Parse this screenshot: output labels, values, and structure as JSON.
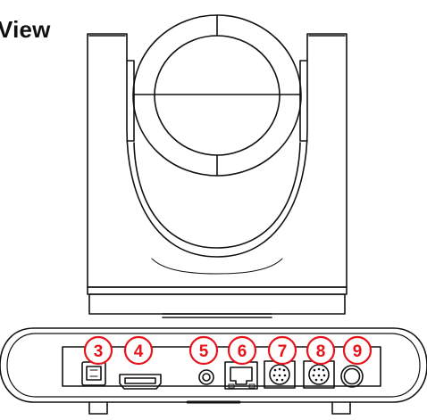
{
  "view_title": "View",
  "colors": {
    "line": "#111111",
    "badge": "#e8141b",
    "background": "#ffffff"
  },
  "ports": [
    {
      "number": "3",
      "icon": "usb-b-port-icon"
    },
    {
      "number": "4",
      "icon": "hdmi-port-icon"
    },
    {
      "number": "5",
      "icon": "audio-jack-icon"
    },
    {
      "number": "6",
      "icon": "rj45-port-icon"
    },
    {
      "number": "7",
      "icon": "mini-din-port-icon"
    },
    {
      "number": "8",
      "icon": "mini-din-port-icon"
    },
    {
      "number": "9",
      "icon": "power-jack-icon"
    }
  ]
}
